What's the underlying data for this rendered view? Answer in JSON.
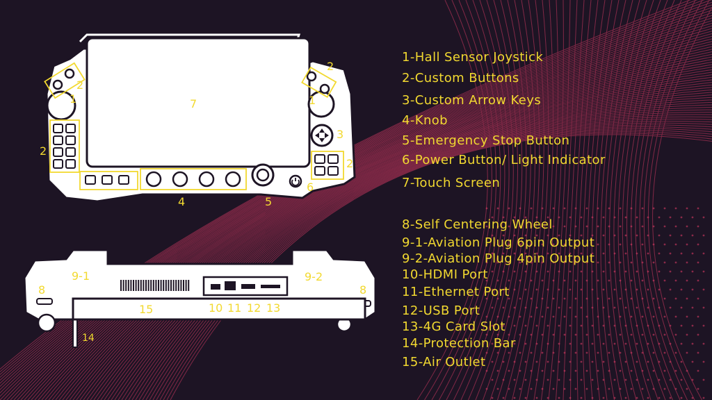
{
  "colors": {
    "background": "#1d1424",
    "accent_lines": "#d43a63",
    "device": "#ffffff",
    "device_outline": "#1d1424",
    "label_yellow": "#f2d930"
  },
  "top_view_callouts": {
    "joystick_left": "1",
    "buttons_left_top": "2",
    "buttons_left_side": "2",
    "screen": "7",
    "joystick_right": "1",
    "buttons_right_top": "2",
    "arrow_keys": "3",
    "buttons_right_side": "2",
    "knob": "4",
    "emergency_stop": "5",
    "power_button": "6"
  },
  "bottom_view_callouts": {
    "plug_left": "9-1",
    "plug_right": "9-2",
    "wheel_left": "8",
    "wheel_right": "8",
    "air_outlet": "15",
    "hdmi": "10",
    "ethernet": "11",
    "usb": "12",
    "card_slot": "13",
    "protection_bar": "14"
  },
  "legend": [
    "1-Hall Sensor Joystick",
    "2-Custom Buttons",
    "3-Custom Arrow Keys",
    "4-Knob",
    "5-Emergency Stop Button",
    "6-Power Button/ Light Indicator",
    "7-Touch Screen",
    "8-Self Centering Wheel",
    "9-1-Aviation Plug 6pin Output",
    "9-2-Aviation Plug 4pin Output",
    "10-HDMI Port",
    "11-Ethernet Port",
    "12-USB Port",
    "13-4G Card Slot",
    "14-Protection Bar",
    "15-Air Outlet"
  ]
}
